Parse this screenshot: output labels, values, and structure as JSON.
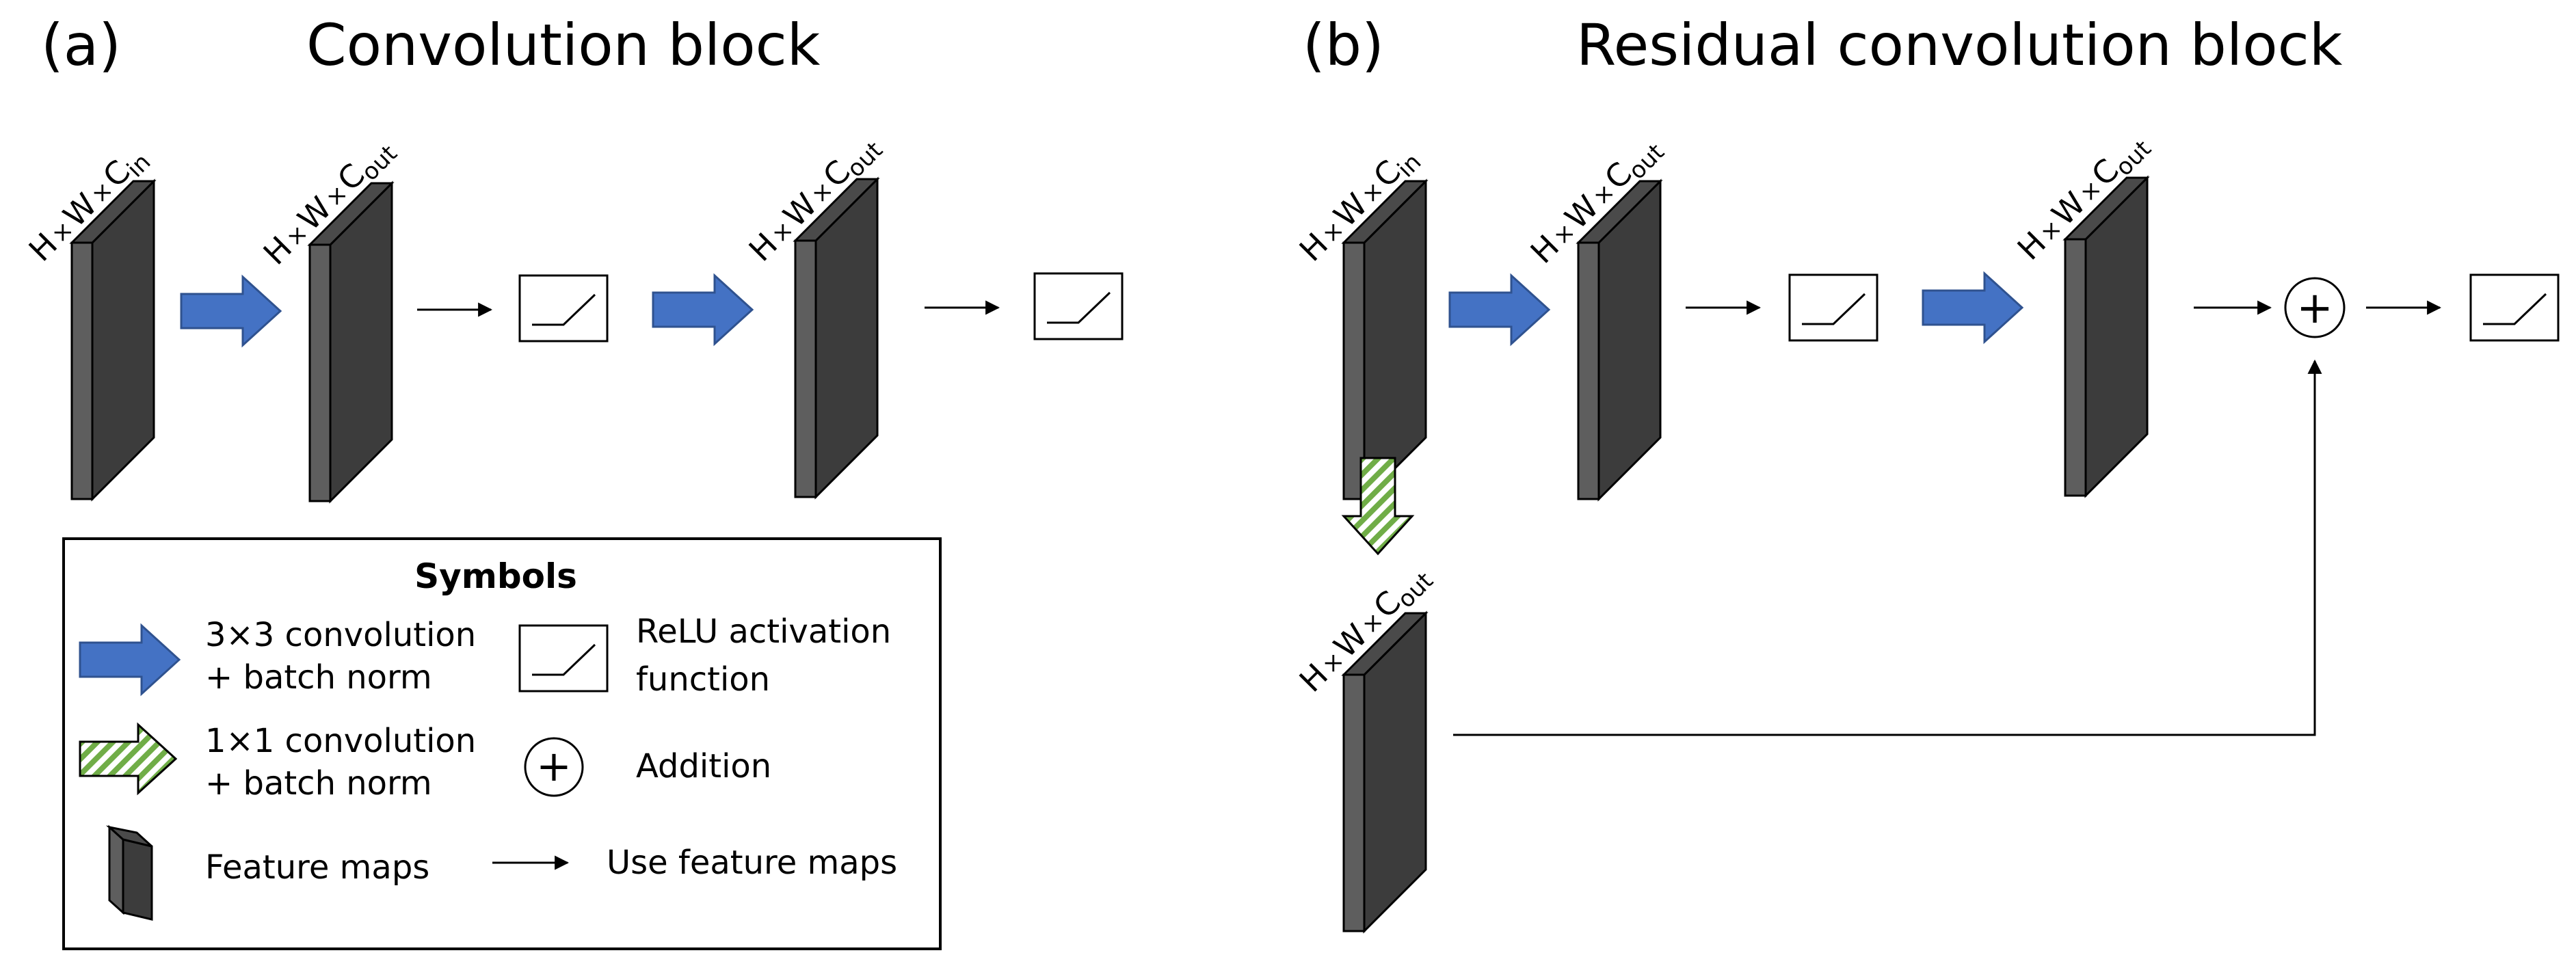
{
  "panel_a": {
    "letter": "(a)",
    "title": "Convolution block",
    "dims": {
      "input": {
        "h": "H",
        "times1": "×",
        "w": "W",
        "times2": "×",
        "c": "C",
        "sub": "in"
      },
      "conv1": {
        "h": "H",
        "times1": "×",
        "w": "W",
        "times2": "×",
        "c": "C",
        "sub": "out"
      },
      "conv2": {
        "h": "H",
        "times1": "×",
        "w": "W",
        "times2": "×",
        "c": "C",
        "sub": "out"
      }
    }
  },
  "panel_b": {
    "letter": "(b)",
    "title": "Residual convolution block",
    "dims": {
      "input": {
        "h": "H",
        "times1": "×",
        "w": "W",
        "times2": "×",
        "c": "C",
        "sub": "in"
      },
      "conv1": {
        "h": "H",
        "times1": "×",
        "w": "W",
        "times2": "×",
        "c": "C",
        "sub": "out"
      },
      "conv2": {
        "h": "H",
        "times1": "×",
        "w": "W",
        "times2": "×",
        "c": "C",
        "sub": "out"
      },
      "skip": {
        "h": "H",
        "times1": "×",
        "w": "W",
        "times2": "×",
        "c": "C",
        "sub": "out"
      }
    },
    "plus": "+"
  },
  "legend": {
    "title": "Symbols",
    "conv3": {
      "line1": "3×3 convolution",
      "line2": "+ batch norm"
    },
    "conv1": {
      "line1": "1×1 convolution",
      "line2": "+ batch norm"
    },
    "feature_maps": "Feature maps",
    "relu": {
      "line1": "ReLU activation",
      "line2": "function"
    },
    "addition": {
      "symbol": "+",
      "label": "Addition"
    },
    "use": "Use feature maps"
  },
  "colors": {
    "conv_arrow": "#4472c4",
    "conv_arrow_stroke": "#2f528f",
    "slab_front": "#3a3a3a",
    "slab_side": "#5a5a5a",
    "stripe": "#70ad47"
  },
  "icons": [
    "feature-map-slab-icon",
    "conv3x3-arrow-icon",
    "conv1x1-arrow-icon",
    "relu-icon",
    "addition-icon",
    "use-arrow-icon"
  ]
}
